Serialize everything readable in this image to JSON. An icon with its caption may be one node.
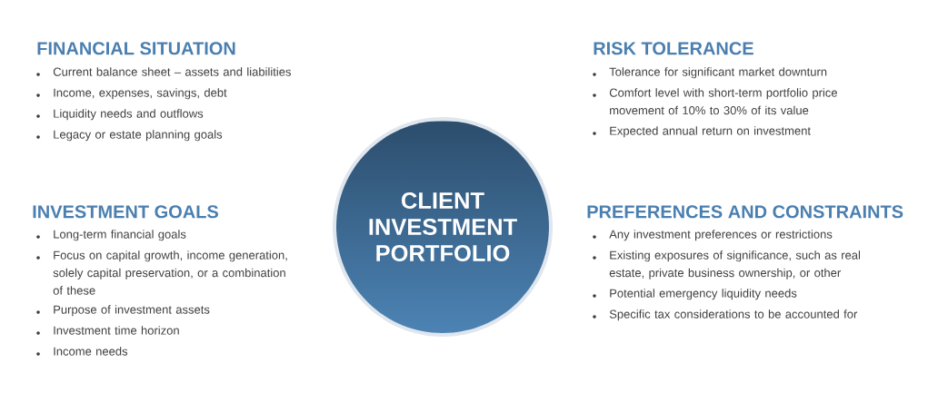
{
  "diagram": {
    "nodes": [
      {
        "text": [
          "CLIENT INVESTMENT PORTFOLIO"
        ]
      }
    ],
    "labels": [
      "FINANCIAL SITUATION",
      "Current balance sheet – assets and liabilities",
      "Income, expenses, savings, debt",
      "Liquidity needs and outflows",
      "Legacy or estate planning goals",
      "RISK TOLERANCE",
      "Tolerance for significant market downturn",
      "Comfort level with short-term portfolio price movement of 10% to 30% of its value",
      "Expected annual return on investment",
      "INVESTMENT GOALS",
      "Long-term financial goals",
      "Focus on capital growth, income generation, solely capital preservation, or a combination of these",
      "Purpose of investment assets",
      "Investment time horizon",
      "Income needs",
      "PREFERENCES AND CONSTRAINTS",
      "Any investment preferences or restrictions",
      "Existing exposures of significance, such as real estate, private business ownership, or other",
      "Potential emergency liquidity needs",
      "Specific tax considerations to be accounted for"
    ]
  }
}
